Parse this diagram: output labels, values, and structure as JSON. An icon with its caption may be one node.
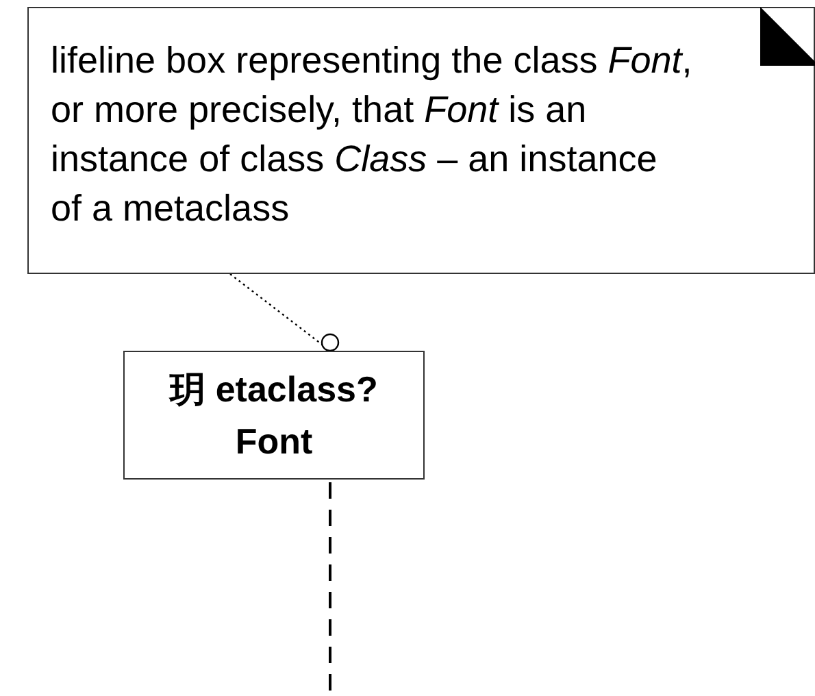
{
  "diagram": {
    "nodes": [
      {
        "text": [
          "lifeline box representing the class *Font*, or more precisely, that *Font* is an instance of class *Class* – an instance of a metaclass"
        ]
      },
      {
        "text": [
          "玥 etaclass?",
          "Font"
        ]
      }
    ],
    "edges": [
      {
        "from": 0,
        "to": 1,
        "arrow": "other",
        "style": "dashed"
      }
    ]
  }
}
